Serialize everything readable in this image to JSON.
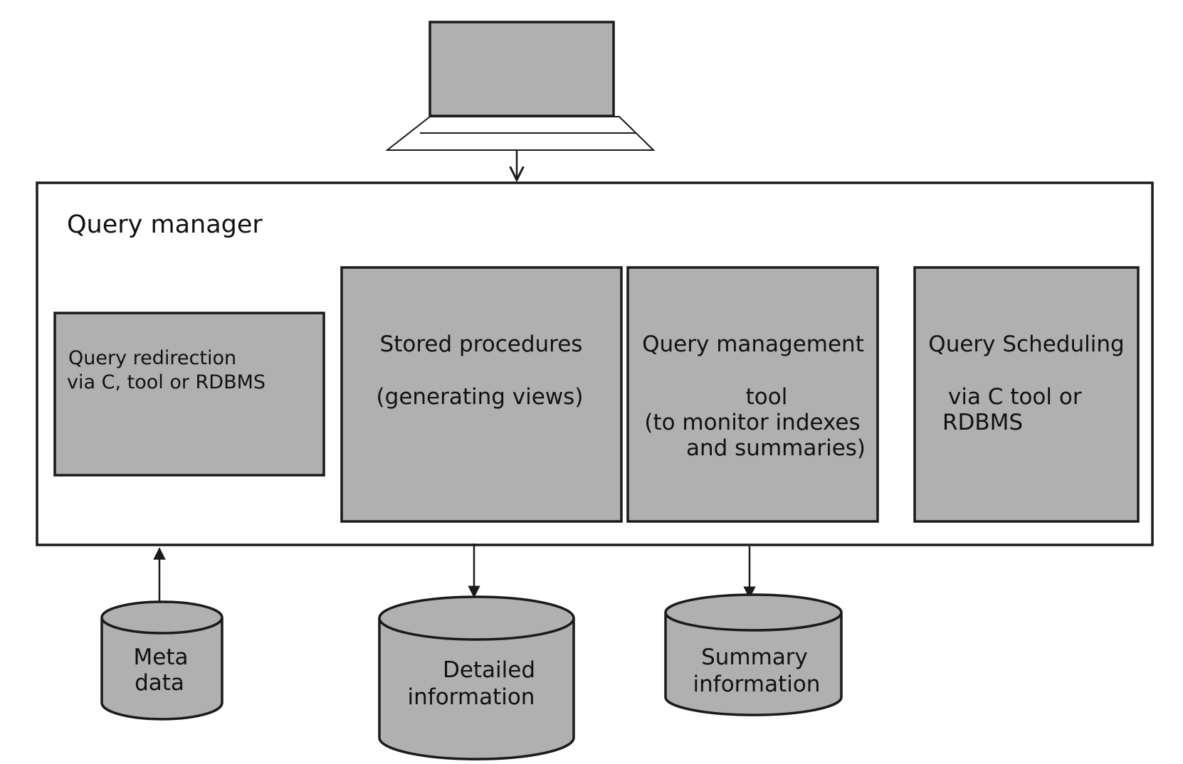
{
  "diagram": {
    "frame": {
      "title": "Query manager"
    },
    "boxes": {
      "redirection": {
        "line1": "Query redirection",
        "line2": "via  C, tool or RDBMS"
      },
      "stored": {
        "line1": "Stored procedures",
        "line2": "(generating views)"
      },
      "management": {
        "line1": "Query management",
        "line2": "tool",
        "line3": "(to monitor indexes",
        "line4": "and summaries)"
      },
      "scheduling": {
        "line1": "Query Scheduling",
        "line2": "via C tool or",
        "line3": "RDBMS"
      }
    },
    "stores": {
      "meta": {
        "line1": "Meta",
        "line2": "data"
      },
      "detailed": {
        "line1": "Detailed",
        "line2": "information"
      },
      "summary": {
        "line1": "Summary",
        "line2": "information"
      }
    },
    "colors": {
      "fill": "#b0b0b0",
      "stroke": "#1a1a1a",
      "frame_fill": "#ffffff"
    }
  }
}
